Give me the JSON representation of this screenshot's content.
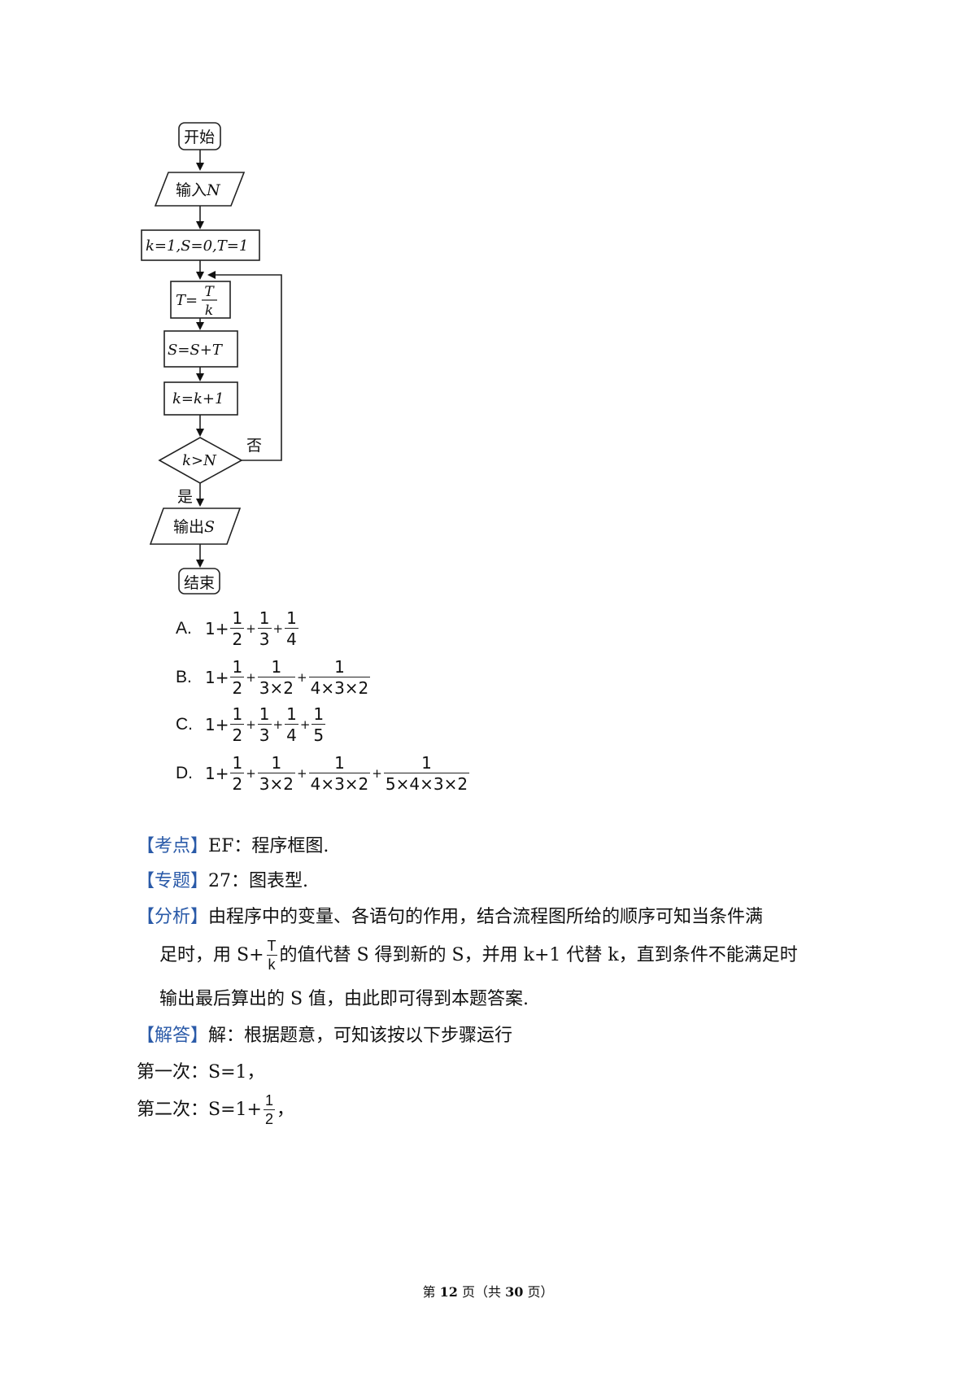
{
  "flowchart": {
    "start": "开始",
    "input_prefix": "输入",
    "input_var": "N",
    "init": "k=1,S=0,T=1",
    "t_lhs": "T=",
    "t_num": "T",
    "t_den": "k",
    "s_update": "S=S+T",
    "k_update": "k=k+1",
    "condition": "k>N",
    "yes_label": "是",
    "no_label": "否",
    "output_prefix": "输出",
    "output_var": "S",
    "end": "结束"
  },
  "options": {
    "A": {
      "label": "A.",
      "lead": "1+",
      "fracs": [
        {
          "n": "1",
          "d": "2"
        },
        {
          "n": "1",
          "d": "3"
        },
        {
          "n": "1",
          "d": "4"
        }
      ]
    },
    "B": {
      "label": "B.",
      "lead": "1+",
      "fracs": [
        {
          "n": "1",
          "d": "2"
        },
        {
          "n": "1",
          "d": "3×2"
        },
        {
          "n": "1",
          "d": "4×3×2"
        }
      ]
    },
    "C": {
      "label": "C.",
      "lead": "1+",
      "fracs": [
        {
          "n": "1",
          "d": "2"
        },
        {
          "n": "1",
          "d": "3"
        },
        {
          "n": "1",
          "d": "4"
        },
        {
          "n": "1",
          "d": "5"
        }
      ]
    },
    "D": {
      "label": "D.",
      "lead": "1+",
      "fracs": [
        {
          "n": "1",
          "d": "2"
        },
        {
          "n": "1",
          "d": "3×2"
        },
        {
          "n": "1",
          "d": "4×3×2"
        },
        {
          "n": "1",
          "d": "5×4×3×2"
        }
      ]
    }
  },
  "analysis": {
    "kaodian_tag": "【考点】",
    "kaodian_text": "EF：程序框图.",
    "zhuanti_tag": "【专题】",
    "zhuanti_text": "27：图表型.",
    "fenxi_tag": "【分析】",
    "fenxi_line1": "由程序中的变量、各语句的作用，结合流程图所给的顺序可知当条件满",
    "fenxi_line2_a": "足时，用 S+",
    "fenxi_line2_frac_n": "T",
    "fenxi_line2_frac_d": "k",
    "fenxi_line2_b": "的值代替 S 得到新的 S，并用 k+1 代替 k，直到条件不能满足时",
    "fenxi_line3": "输出最后算出的 S 值，由此即可得到本题答案.",
    "jieda_tag": "【解答】",
    "jieda_text": "解：根据题意，可知该按以下步骤运行",
    "step1": "第一次：S=1，",
    "step2_a": "第二次：S=1+",
    "step2_frac_n": "1",
    "step2_frac_d": "2",
    "step2_b": "，"
  },
  "footer": {
    "p1": "第 ",
    "page": "12",
    "p2": " 页（共 ",
    "total": "30",
    "p3": " 页）"
  }
}
